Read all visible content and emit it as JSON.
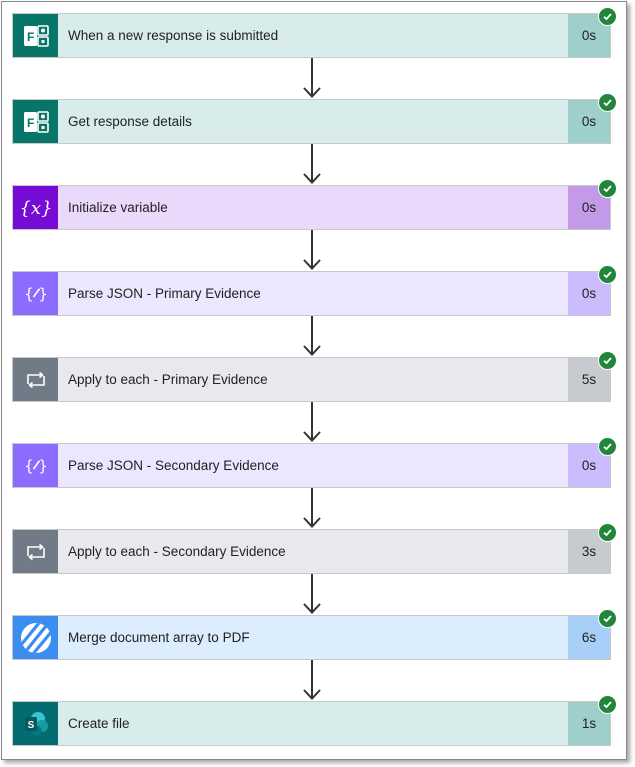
{
  "colors": {
    "forms_icon": "#077568",
    "forms_bg": "#d9ecec",
    "forms_dur": "#9fcfcb",
    "variable_icon": "#770bd6",
    "variable_bg": "#ead9fb",
    "variable_dur": "#c39ae8",
    "parse_icon": "#8c6cff",
    "parse_bg": "#ece6ff",
    "parse_dur": "#cbbdfd",
    "loop_icon": "#717b88",
    "loop_bg": "#e7e9ec",
    "loop_dur": "#c7cbd0",
    "merge_icon": "#3b8df0",
    "merge_bg": "#dcedfd",
    "merge_dur": "#a7cff7",
    "sharepoint_icon": "#036c70",
    "sharepoint_bg": "#d9ecec",
    "sharepoint_dur": "#9fcfcb",
    "success": "#22863a"
  },
  "steps": [
    {
      "label": "When a new response is submitted",
      "duration": "0s",
      "icon": "forms-icon",
      "status": "succeeded"
    },
    {
      "label": "Get response details",
      "duration": "0s",
      "icon": "forms-icon",
      "status": "succeeded"
    },
    {
      "label": "Initialize variable",
      "duration": "0s",
      "icon": "variable-icon",
      "status": "succeeded"
    },
    {
      "label": "Parse JSON - Primary Evidence",
      "duration": "0s",
      "icon": "parse-json-icon",
      "status": "succeeded"
    },
    {
      "label": "Apply to each - Primary Evidence",
      "duration": "5s",
      "icon": "loop-icon",
      "status": "succeeded"
    },
    {
      "label": "Parse JSON - Secondary Evidence",
      "duration": "0s",
      "icon": "parse-json-icon",
      "status": "succeeded"
    },
    {
      "label": "Apply to each - Secondary Evidence",
      "duration": "3s",
      "icon": "loop-icon",
      "status": "succeeded"
    },
    {
      "label": "Merge document array to PDF",
      "duration": "6s",
      "icon": "merge-pdf-icon",
      "status": "succeeded"
    },
    {
      "label": "Create file",
      "duration": "1s",
      "icon": "sharepoint-icon",
      "status": "succeeded"
    }
  ]
}
